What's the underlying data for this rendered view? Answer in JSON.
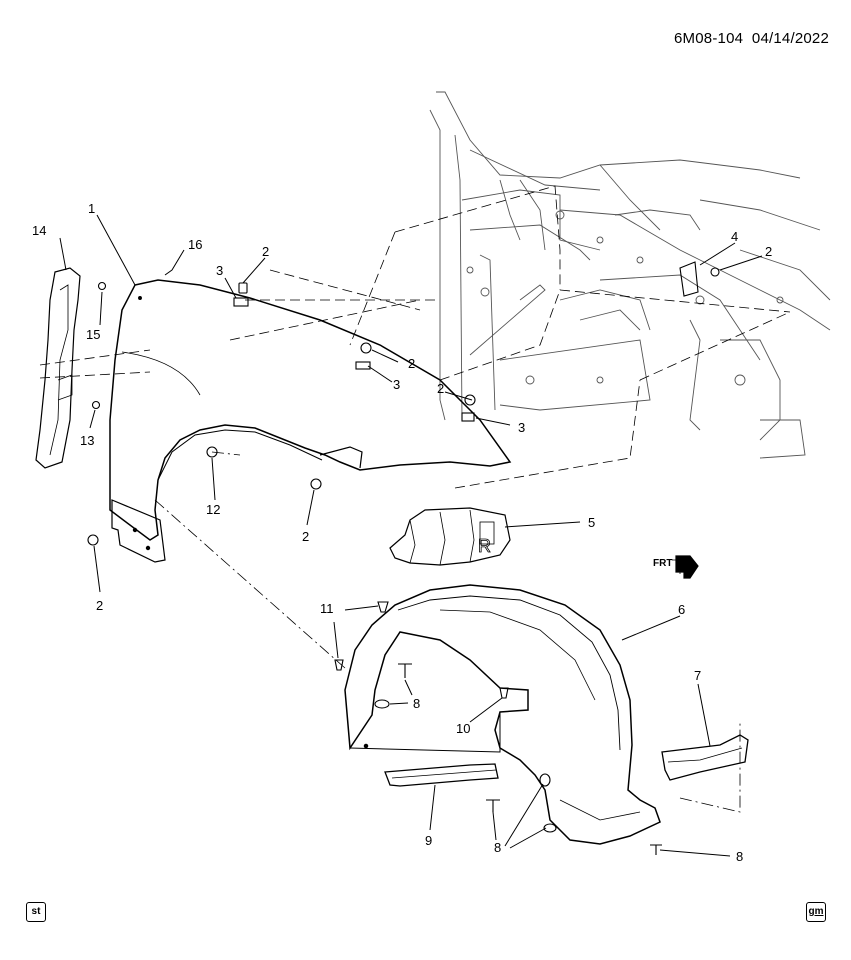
{
  "header": {
    "code": "6M08-104",
    "date": "04/14/2022"
  },
  "parts": {
    "p1": "1",
    "p2a": "2",
    "p2b": "2",
    "p2c": "2",
    "p2d": "2",
    "p2e": "2",
    "p2f": "2",
    "p3a": "3",
    "p3b": "3",
    "p3c": "3",
    "p4": "4",
    "p5": "5",
    "p6": "6",
    "p7": "7",
    "p8a": "8",
    "p8b": "8",
    "p8c": "8",
    "p9": "9",
    "p10": "10",
    "p11": "11",
    "p12": "12",
    "p13": "13",
    "p14": "14",
    "p15": "15",
    "p16": "16"
  },
  "markers": {
    "front_arrow": "FRT",
    "liner_mark": "R"
  },
  "badges": {
    "left": "st",
    "right": "gm"
  },
  "colors": {
    "line": "#000000",
    "background": "#ffffff",
    "body_structure": "#555555"
  }
}
